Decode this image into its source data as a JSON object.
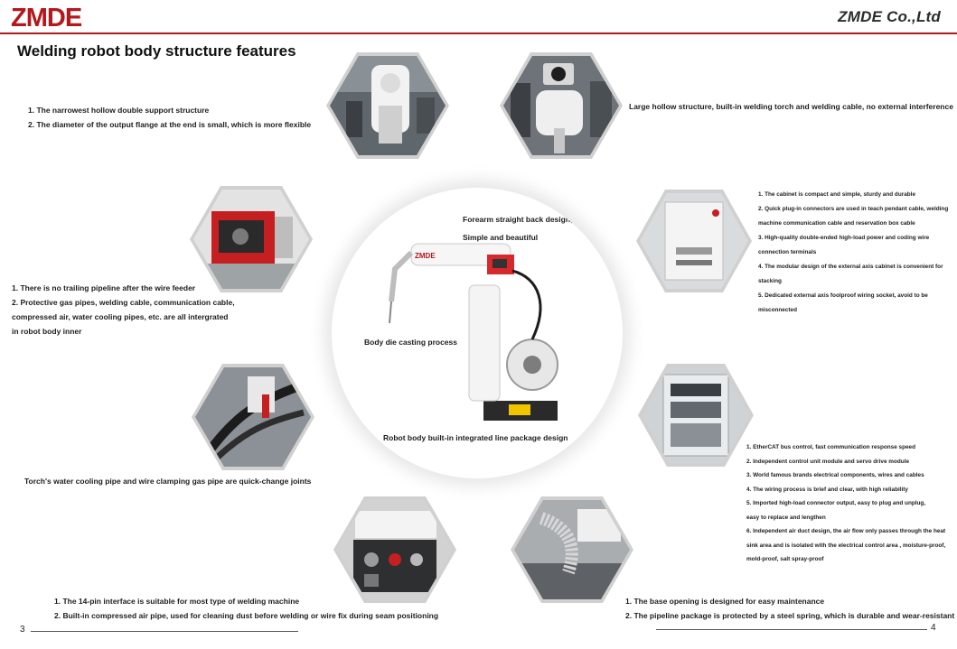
{
  "header": {
    "logo_text": "ZMDE",
    "company": "ZMDE Co.,Ltd"
  },
  "page_title": "Welding robot body structure features",
  "blocks": {
    "top_left": [
      "1. The narrowest hollow double support structure",
      "2. The diameter of the output flange at the end is small, which is more flexible"
    ],
    "top_right": [
      "Large hollow structure, built-in welding torch and welding cable, no external interference"
    ],
    "mid_left": [
      "1. There is no trailing pipeline after the wire feeder",
      "2. Protective gas pipes, welding cable, communication cable,",
      "compressed air, water cooling pipes, etc. are all intergrated",
      "in robot body inner"
    ],
    "cabinet": [
      "1. The cabinet is compact and simple, sturdy and durable",
      "2. Quick plug-in connectors are used in teach pendant cable, welding",
      "machine communication cable and reservation box cable",
      "3. High-quality double-ended high-load power and coding wire",
      "connection terminals",
      "4. The modular design of the external axis cabinet is convenient for",
      "stacking",
      "5. Dedicated external axis foolproof wiring socket, avoid to be",
      "misconnected"
    ],
    "torch": [
      "Torch's water cooling pipe and wire clamping gas pipe are quick-change joints"
    ],
    "control": [
      "1. EtherCAT bus control, fast communication response speed",
      "2. Independent control unit module and servo drive module",
      "3. World famous brands electrical components, wires and cables",
      "4. The wiring process is brief and clear, with high reliability",
      "5. Imported high-load connector output, easy to plug and unplug,",
      "easy to replace and lengthen",
      "6. Independent air duct design, the air flow only passes through the heat",
      "sink area and is isolated with the electrical control area , moisture-proof,",
      " mold-proof, salt spray-proof"
    ],
    "bottom_left": [
      "1. The 14-pin interface is suitable for most type of welding machine",
      "2. Built-in compressed air pipe, used for cleaning dust before welding or wire fix during seam positioning"
    ],
    "bottom_right": [
      "1. The base opening is designed for easy maintenance",
      "2. The pipeline package is protected by a steel spring, which is durable and wear-resistant"
    ]
  },
  "center": {
    "forearm_1": "Forearm straight back design,",
    "forearm_2": "Simple and beautiful",
    "die_casting": "Body die casting process",
    "integrated": "Robot body built-in integrated line package design",
    "robot_brand": "ZMDE"
  },
  "footer": {
    "left_page": "3",
    "right_page": "4"
  },
  "colors": {
    "accent_red": "#b3181c",
    "hex_border": "#d0d0d0"
  }
}
